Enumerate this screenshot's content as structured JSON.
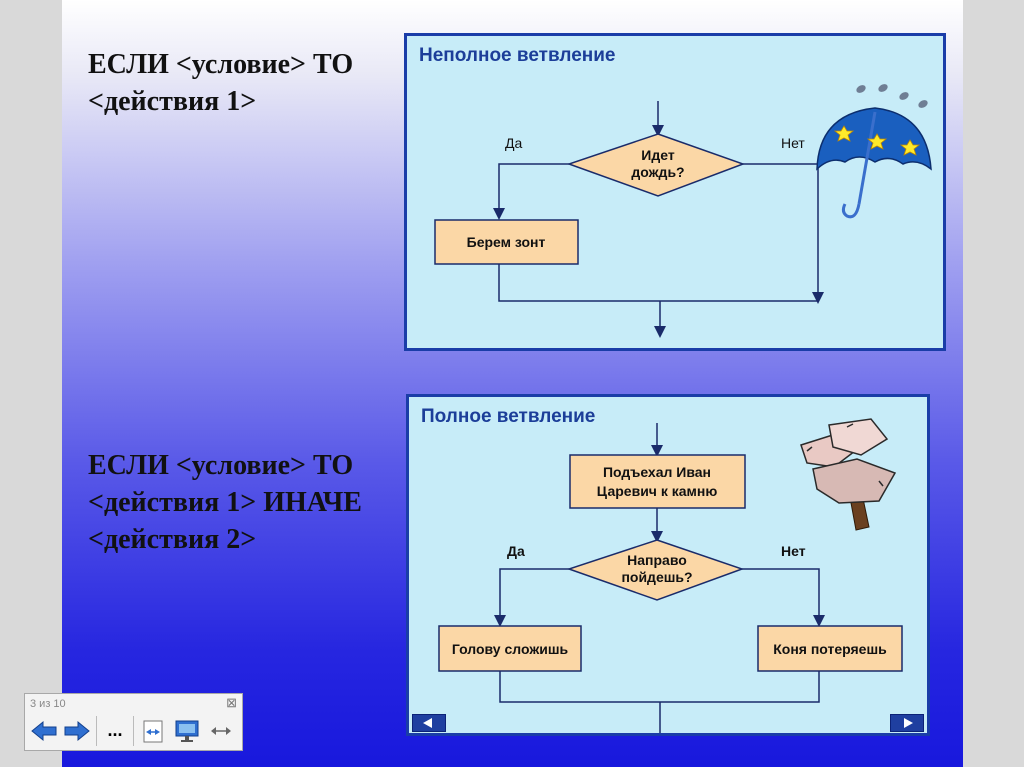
{
  "slide": {
    "rule_incomplete": "ЕСЛИ <условие> ТО\n<действия 1>",
    "rule_complete": "ЕСЛИ <условие> ТО\n<действия 1> ИНАЧЕ\n<действия 2>"
  },
  "panel_incomplete": {
    "title": "Неполное ветвление",
    "condition_line1": "Идет",
    "condition_line2": "дождь?",
    "yes": "Да",
    "no": "Нет",
    "action": "Берем зонт"
  },
  "panel_complete": {
    "title": "Полное ветвление",
    "start_line1": "Подъехал Иван",
    "start_line2": "Царевич к камню",
    "condition_line1": "Направо",
    "condition_line2": "пойдешь?",
    "yes": "Да",
    "no": "Нет",
    "action_yes": "Голову сложишь",
    "action_no": "Коня потеряешь"
  },
  "player": {
    "counter": "3 из 10",
    "more_label": "..."
  },
  "colors": {
    "panel_bg": "#c7ecf8",
    "panel_border": "#1a3da8",
    "shape_fill": "#fbd7a6",
    "title_color": "#1c3e99"
  },
  "icons": [
    "umbrella-icon",
    "signpost-stone-icon",
    "arrow-left-icon",
    "arrow-right-icon",
    "fit-width-icon",
    "monitor-icon",
    "expand-icon",
    "close-icon",
    "prev-slide-icon",
    "next-slide-icon"
  ]
}
